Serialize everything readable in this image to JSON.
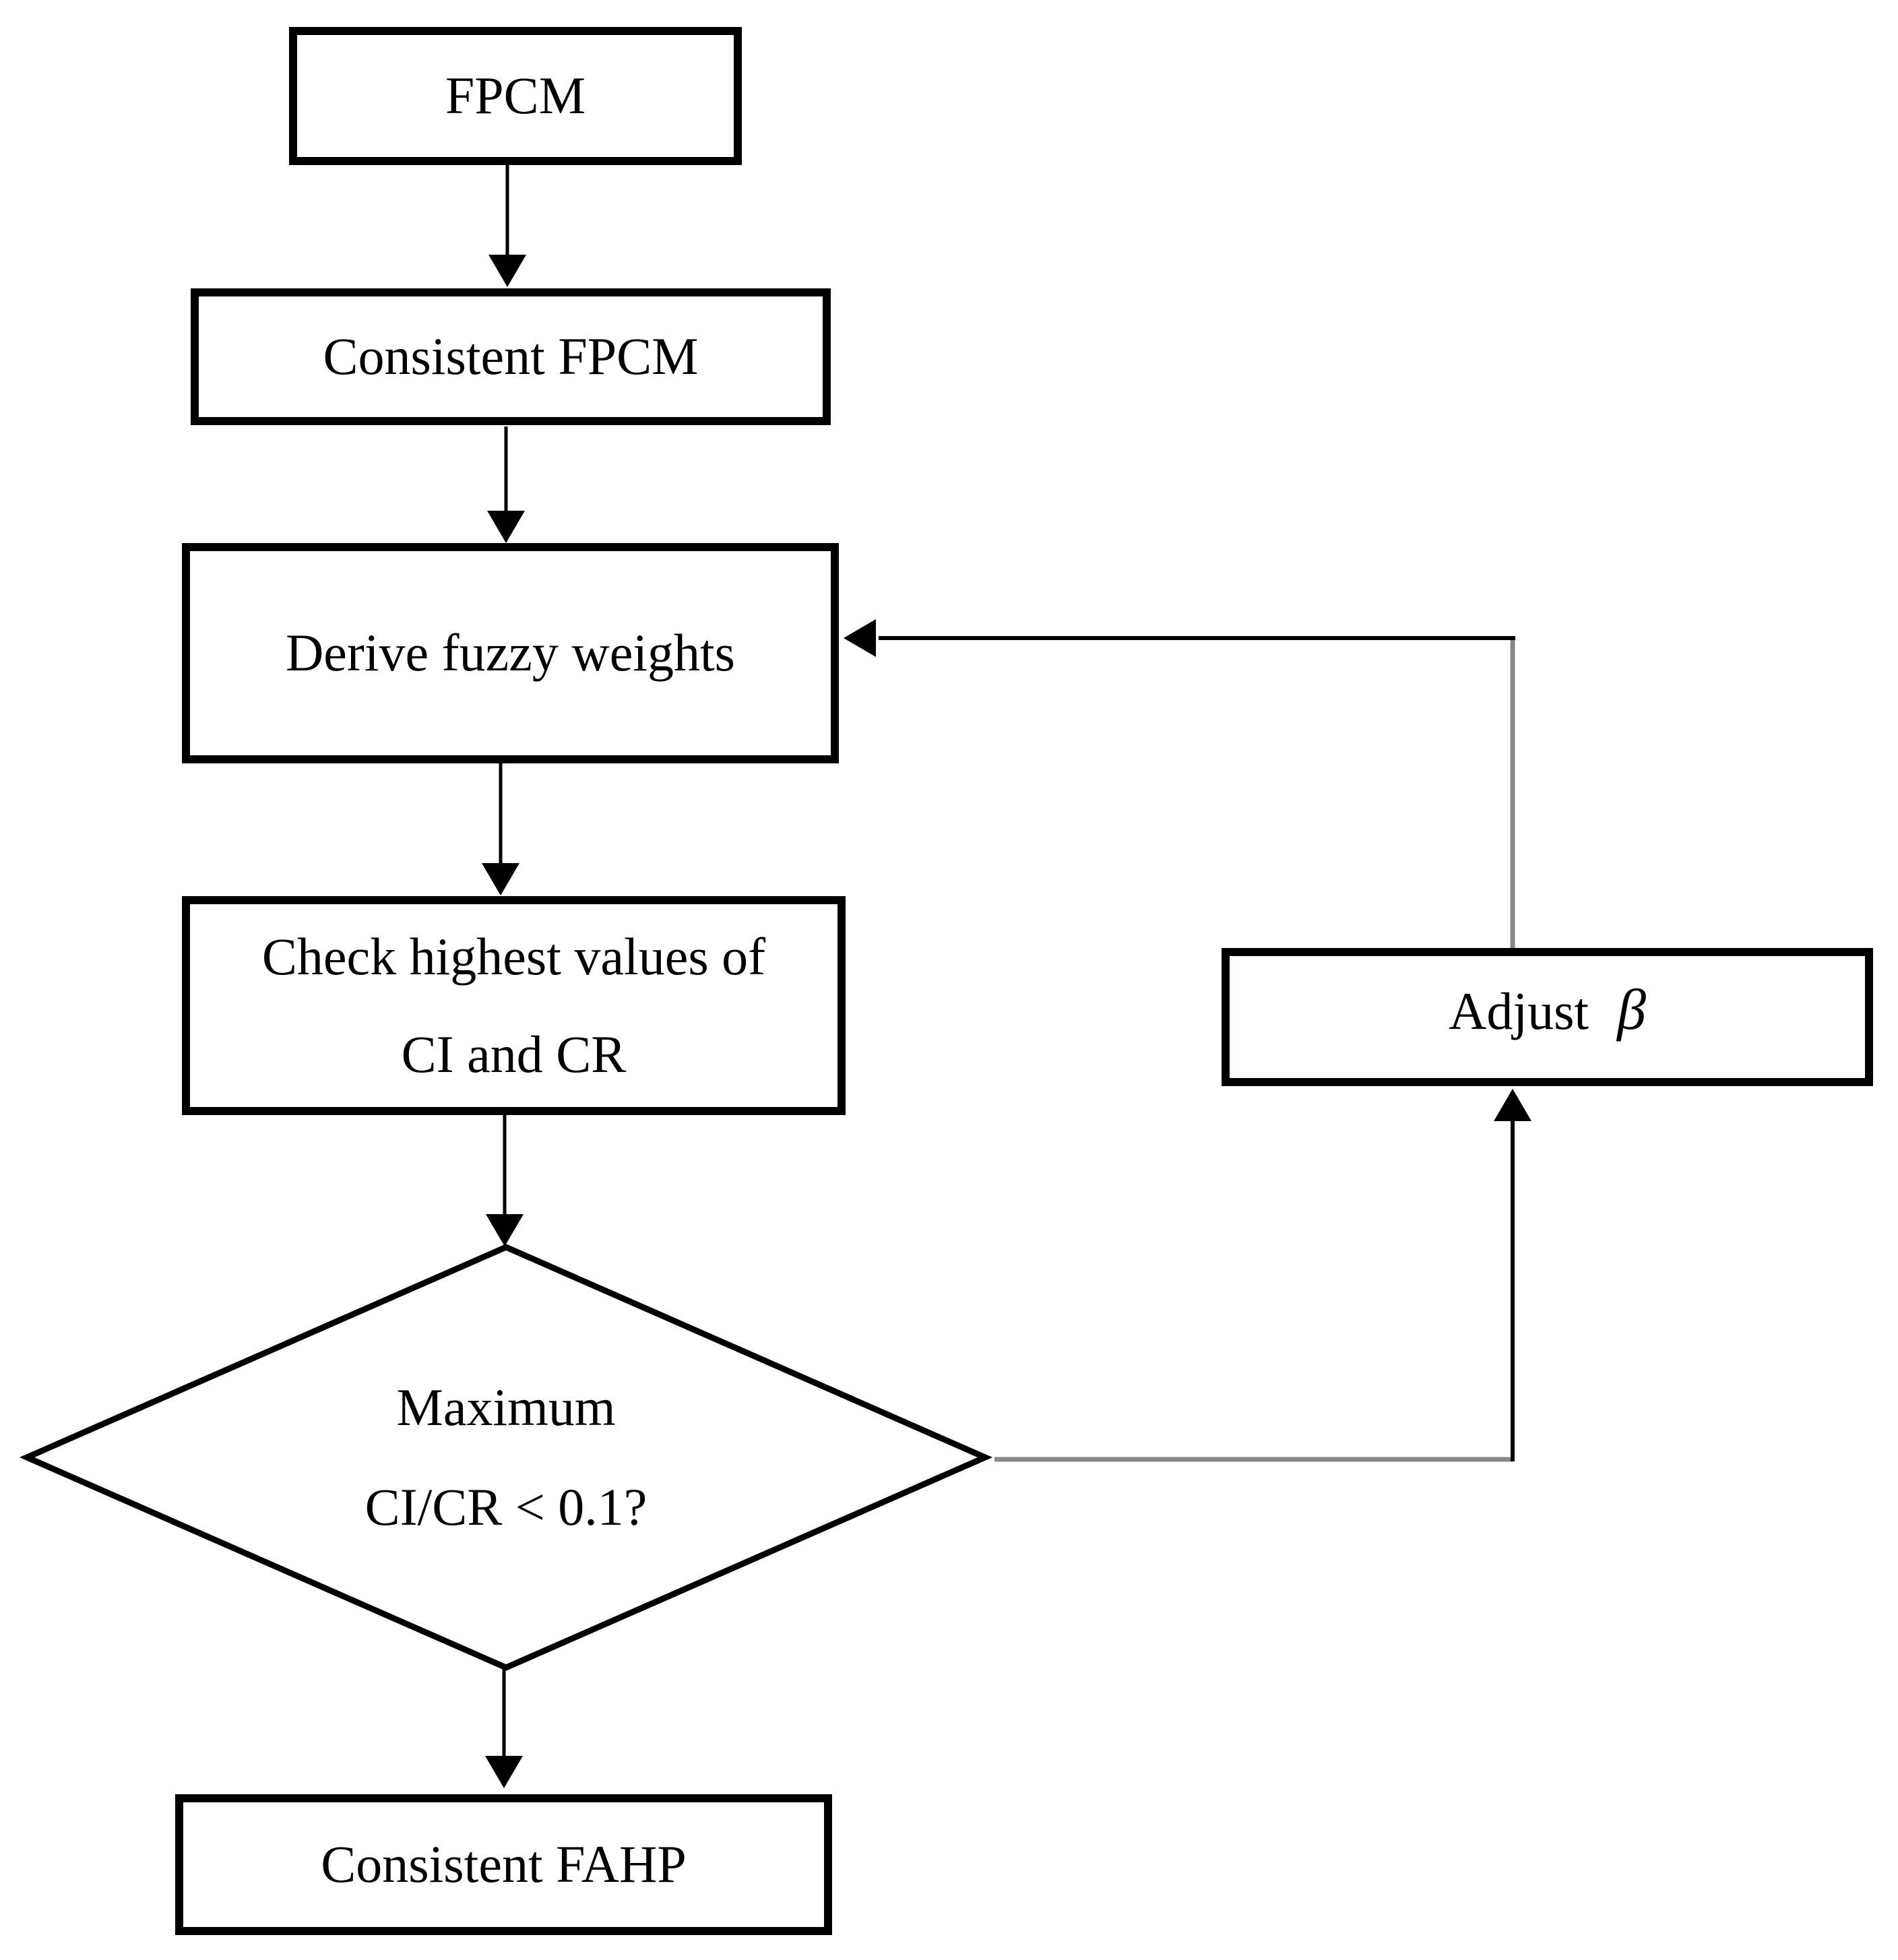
{
  "figure": {
    "background": "#ffffff",
    "line_color": "#000000",
    "feedback_line_color": "#888888",
    "text_color": "#000000"
  },
  "nodes": {
    "fpcm": {
      "label": "FPCM"
    },
    "consistent_fpcm": {
      "label": "Consistent FPCM"
    },
    "derive_fuzzy_weights": {
      "label": "Derive fuzzy weights"
    },
    "check_highest_values": {
      "line1": "Check highest values of",
      "line2": "CI and CR"
    },
    "decision": {
      "line1": "Maximum",
      "line2": "CI/CR < 0.1?"
    },
    "adjust_beta": {
      "label": "Adjust",
      "symbol": "β"
    },
    "consistent_fahp": {
      "label": "Consistent FAHP"
    }
  }
}
